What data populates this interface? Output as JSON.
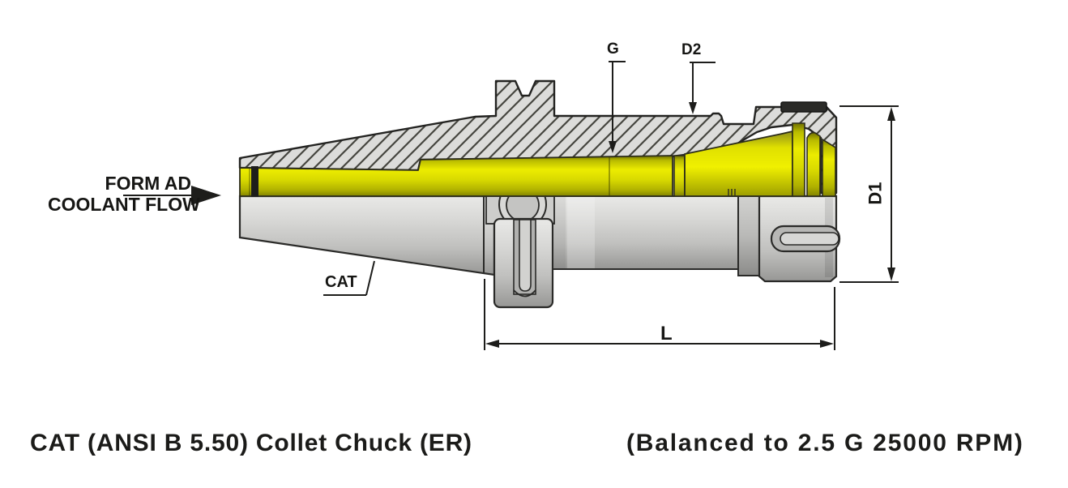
{
  "diagram": {
    "labels": {
      "g": "G",
      "d2": "D2",
      "d1": "D1",
      "l": "L",
      "cat": "CAT"
    },
    "coolant_note": {
      "line1": "FORM AD",
      "line2": "COOLANT FLOW"
    },
    "colors": {
      "bore_yellow": "#e3e400",
      "bore_yellow_dark": "#8a8b00",
      "body_gray": "#cfcfcd",
      "hatch_fill": "#dcdcda",
      "outline": "#232321",
      "text": "#161614",
      "background": "#ffffff"
    }
  },
  "captions": {
    "left": "CAT (ANSI B 5.50) Collet Chuck (ER)",
    "right": "(Balanced to 2.5 G 25000 RPM)"
  }
}
